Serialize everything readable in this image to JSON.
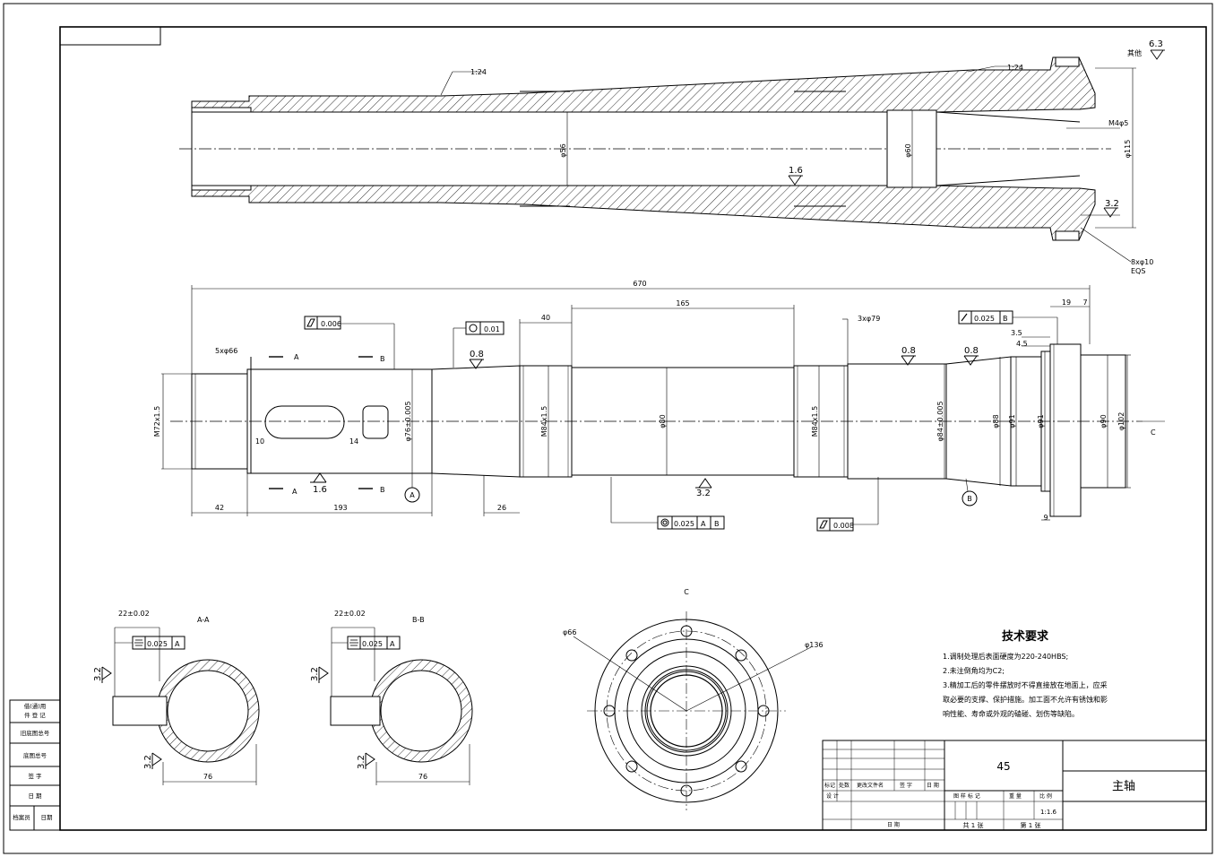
{
  "drawing": {
    "part_name": "主轴",
    "material": "45",
    "scale": "1:1.6",
    "sheet_total": "共 1 张",
    "sheet_no": "第 1 张"
  },
  "tech_requirements": {
    "heading": "技术要求",
    "items": [
      "1.调制处理后表面硬度为220-240HBS;",
      "2.未注倒角均为C2;",
      "3.精加工后的零件摆放时不得直接放在地面上，应采",
      "取必要的支撑、保护措施。加工面不允许有锈蚀和影",
      "响性能、寿命或外观的磕碰、划伤等缺陷。"
    ]
  },
  "title_block": {
    "labels": [
      "标记",
      "处数",
      "更改文件名",
      "签 字",
      "日 期",
      "设 计",
      "日 期",
      "图 样 标 记",
      "重 量",
      "比 例"
    ]
  },
  "side_column": {
    "labels": [
      "借(通)用",
      "件 登 记",
      "旧底图总号",
      "底图总号",
      "签 字",
      "日 期",
      "档案员",
      "日期"
    ]
  },
  "top_view": {
    "taper_left": "1:24",
    "taper_right": "1:24",
    "roughness_other_label": "其他",
    "roughness_other": "6.3",
    "dia_bore": "φ56",
    "dia_bore2": "φ60",
    "dia_outer": "φ115",
    "roughness_mid": "1.6",
    "roughness_right": "3.2",
    "thread_holes": "M4φ5",
    "bolt_holes": "8xφ10",
    "bolt_holes_eqs": "EQS"
  },
  "main_view": {
    "dim_total": "670",
    "dim_165": "165",
    "dim_40": "40",
    "dim_42": "42",
    "dim_193": "193",
    "dim_26": "26",
    "dim_19": "19",
    "dim_7": "7",
    "dim_3_5": "3.5",
    "dim_4_5": "4.5",
    "dim_9": "9",
    "dim_10": "10",
    "dim_14": "14",
    "holes_left": "5xφ66",
    "holes_right": "3xφ79",
    "thread_left": "M72x1.5",
    "thread_mid1": "M84x1.5",
    "thread_mid2": "M84x1.5",
    "dia_76": "φ76±0.005",
    "dia_80": "φ80",
    "dia_84": "φ84±0.005",
    "dia_88": "φ88",
    "dia_91a": "φ91",
    "dia_91b": "φ91",
    "dia_90": "φ90",
    "dia_102": "φ102",
    "section_a": "A",
    "section_b": "B",
    "view_c": "C",
    "datum_a": "A",
    "datum_b": "B",
    "roughness_08a": "0.8",
    "roughness_08b": "0.8",
    "roughness_08c": "0.8",
    "roughness_16": "1.6",
    "roughness_32": "3.2",
    "fcf_flat_val": "0.006",
    "fcf_circ_val": "0.01",
    "fcf_runout_val": "0.025",
    "fcf_runout_ref": "B",
    "fcf_coax_val": "0.025",
    "fcf_coax_ref1": "A",
    "fcf_coax_ref2": "B",
    "fcf_cyl_val": "0.008"
  },
  "section_aa": {
    "title": "A-A",
    "width_dim": "22±0.02",
    "sym_val": "0.025",
    "sym_ref": "A",
    "dia_dim": "76",
    "roughness1": "3.2",
    "roughness2": "3.2"
  },
  "section_bb": {
    "title": "B-B",
    "width_dim": "22±0.02",
    "sym_val": "0.025",
    "sym_ref": "A",
    "dia_dim": "76",
    "roughness1": "3.2",
    "roughness2": "3.2"
  },
  "view_c": {
    "title": "C",
    "dia_66": "φ66",
    "dia_136": "φ136"
  }
}
